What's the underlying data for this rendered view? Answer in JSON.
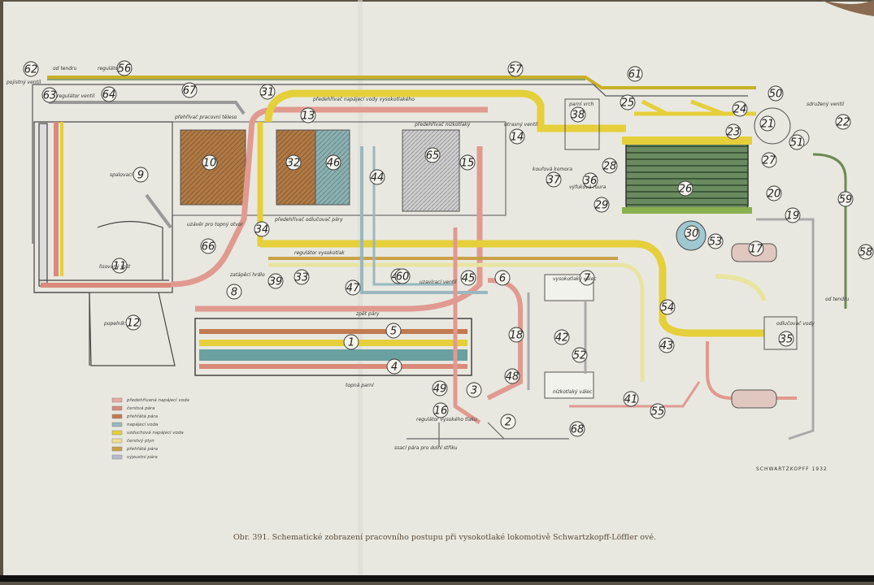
{
  "caption": "Obr. 391. Schematické zobrazení pracovního postupu při vysokotlaké lokomotivě Schwartzkopff-Löffler ové.",
  "maker_mark": "SCHWARTZKOPFF 1932",
  "labels": {
    "od_tendru_top": "od tendru",
    "od_tendru_right": "od tendru",
    "regulator_top": "regulátor",
    "pojistny_ventil": "pojistný ventil",
    "regulator_ventil": "regulátor ventil",
    "prehrivak_prac_tele": "přehřívač pracovní těleso",
    "prehrivak_napajeci_vody": "předehřívač napájecí vody vysokotlakého",
    "prehrivak_nizkotlak": "předehřívač nízkotlaký",
    "parni_vrch": "parní vrch",
    "utrasny_ventil": "utrasný ventil",
    "kourova_komora": "kouřová komora",
    "vyfukova_roura": "výfuková roura",
    "spalovaci_komora": "spalovací",
    "lisovany_rost": "lisovaný rošt",
    "popelnik": "popelník",
    "uzavir_pro_topn": "uzávěr pro topný otvor",
    "prehrivak_odlop": "předehřívač odlučovač páry",
    "regulator_vysoky": "regulátor vysokotlak",
    "zatopovaci_hrdlo": "zatápěcí hrdlo",
    "uzavir_ventil": "uzavírací ventil",
    "zpet_pary": "zpět páry",
    "topne_parni": "topná parní",
    "regulator_nizk": "regulátor vysokého tlaku",
    "ssaci_para": "ssací pára pro dolní střiku",
    "vysokotlaky_valec": "vysokotlaký válec",
    "nizkotlaky_valec": "nízkotlaký válec",
    "odlucovac": "odlučovač vody",
    "sdruzeny_ventil": "sdružený ventil"
  },
  "legend": [
    {
      "label": "předehřívaná napájecí voda",
      "color": "#e8a8a0"
    },
    {
      "label": "čerstvá pára",
      "color": "#d98a7a"
    },
    {
      "label": "přehřátá pára",
      "color": "#c27a50"
    },
    {
      "label": "napájecí voda",
      "color": "#98b8c0"
    },
    {
      "label": "vzduchová napájecí voda",
      "color": "#e5cf3a"
    },
    {
      "label": "čerstvý plyn",
      "color": "#f0e090"
    },
    {
      "label": "přehřátá pára",
      "color": "#c8a048"
    },
    {
      "label": "výpustní pára",
      "color": "#b8b8d0"
    }
  ],
  "numbers": [
    "1",
    "2",
    "3",
    "4",
    "5",
    "6",
    "7",
    "8",
    "9",
    "10",
    "11",
    "12",
    "13",
    "14",
    "15",
    "16",
    "17",
    "18",
    "19",
    "20",
    "21",
    "22",
    "23",
    "24",
    "25",
    "26",
    "27",
    "28",
    "29",
    "30",
    "31",
    "32",
    "33",
    "34",
    "35",
    "36",
    "37",
    "38",
    "39",
    "40",
    "41",
    "42",
    "43",
    "44",
    "45",
    "46",
    "47",
    "48",
    "49",
    "50",
    "51",
    "52",
    "53",
    "54",
    "55",
    "56",
    "57",
    "58",
    "59",
    "60",
    "61",
    "62",
    "63",
    "64",
    "65",
    "66",
    "67",
    "68"
  ]
}
